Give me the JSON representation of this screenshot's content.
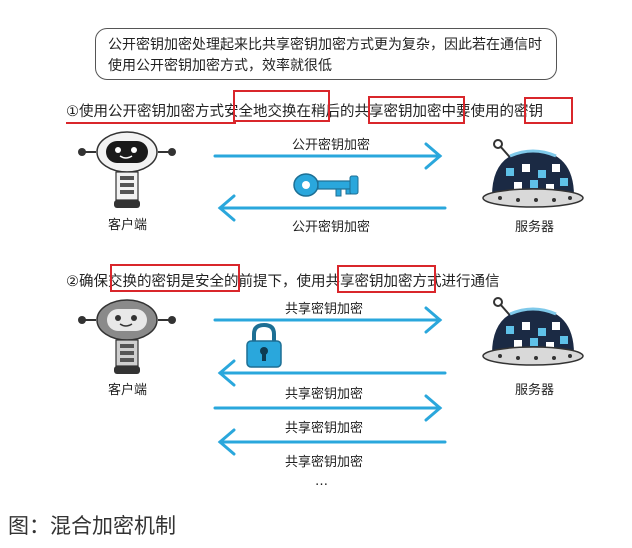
{
  "intro_note": "公开密钥加密处理起来比共享密钥加密方式更为复杂，因此若在通信时使用公开密钥加密方式，效率就很低",
  "step1": {
    "heading": "①使用公开密钥加密方式安全地交换在稍后的共享密钥加密中要使用的密钥",
    "client_label": "客户端",
    "server_label": "服务器",
    "arrow_top_label": "公开密钥加密",
    "arrow_bottom_label": "公开密钥加密"
  },
  "step2": {
    "heading": "②确保交换的密钥是安全的前提下，使用共享密钥加密方式进行通信",
    "client_label": "客户端",
    "server_label": "服务器",
    "arrow_labels": [
      "共享密钥加密",
      "共享密钥加密",
      "共享密钥加密",
      "共享密钥加密"
    ],
    "ellipsis": "…"
  },
  "caption": "图：混合加密机制",
  "colors": {
    "arrow": "#2aa7dc",
    "highlight_box": "#d9262b",
    "key": "#2aa7dc",
    "lock": "#2aa7dc",
    "robot_dark": "#1a1a1a",
    "server_body": "#1b2a44"
  },
  "icons": [
    "robot-client-icon",
    "server-dome-icon",
    "key-icon",
    "padlock-icon"
  ]
}
